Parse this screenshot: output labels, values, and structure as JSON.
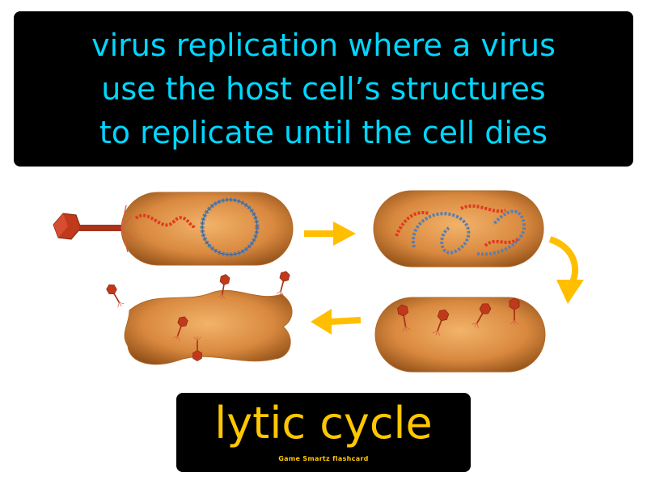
{
  "definition": {
    "lines": [
      "virus replication where a virus",
      "use the host cell’s structures",
      "to replicate until the cell dies"
    ]
  },
  "term": "lytic cycle",
  "brand": "Game Smartz flashcard",
  "colors": {
    "definition_text": "#00d7ff",
    "term_text": "#ffc700",
    "box_background": "#000000",
    "arrow": "#ffbf00",
    "cell": "#d9893f",
    "viral_dna": "#e03a1c",
    "host_dna": "#5a7fb0",
    "phage": "#c0391b"
  },
  "diagram": {
    "stages": [
      {
        "name": "attachment-injection",
        "icons": [
          "bacteriophage-icon",
          "viral-dna-icon",
          "host-dna-icon"
        ]
      },
      {
        "name": "replication",
        "icons": [
          "viral-dna-icon",
          "host-dna-icon"
        ]
      },
      {
        "name": "assembly",
        "icons": [
          "bacteriophage-icon"
        ]
      },
      {
        "name": "lysis-release",
        "icons": [
          "bacteriophage-icon"
        ]
      }
    ]
  }
}
